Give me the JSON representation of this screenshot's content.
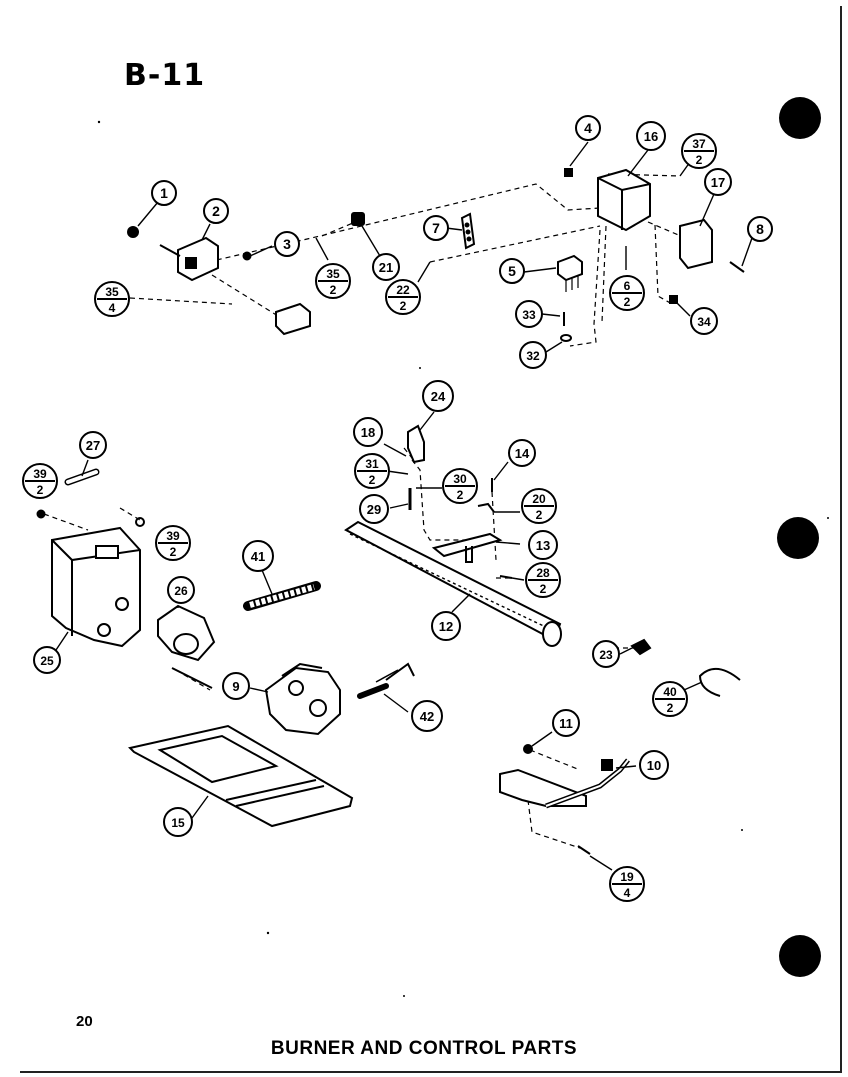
{
  "page_title": "B-11",
  "page_number": "20",
  "caption": "BURNER AND CONTROL PARTS",
  "callouts": {
    "c1": "1",
    "c2": "2",
    "c3": "3",
    "c4": "4",
    "c5": "5",
    "c7": "7",
    "c8": "8",
    "c9": "9",
    "c10": "10",
    "c11": "11",
    "c12": "12",
    "c13": "13",
    "c14": "14",
    "c15": "15",
    "c16": "16",
    "c17": "17",
    "c18": "18",
    "c21": "21",
    "c23": "23",
    "c24": "24",
    "c25": "25",
    "c26": "26",
    "c27": "27",
    "c29": "29",
    "c32": "32",
    "c33": "33",
    "c34": "34",
    "c41": "41",
    "c42": "42"
  },
  "qty_callouts": {
    "q35a": {
      "part": "35",
      "qty": "2"
    },
    "q22": {
      "part": "22",
      "qty": "2"
    },
    "q35b": {
      "part": "35",
      "qty": "4"
    },
    "q37": {
      "part": "37",
      "qty": "2"
    },
    "q6": {
      "part": "6",
      "qty": "2"
    },
    "q31": {
      "part": "31",
      "qty": "2"
    },
    "q30": {
      "part": "30",
      "qty": "2"
    },
    "q20": {
      "part": "20",
      "qty": "2"
    },
    "q28": {
      "part": "28",
      "qty": "2"
    },
    "q39a": {
      "part": "39",
      "qty": "2"
    },
    "q39b": {
      "part": "39",
      "qty": "2"
    },
    "q40": {
      "part": "40",
      "qty": "2"
    },
    "q19": {
      "part": "19",
      "qty": "4"
    }
  }
}
